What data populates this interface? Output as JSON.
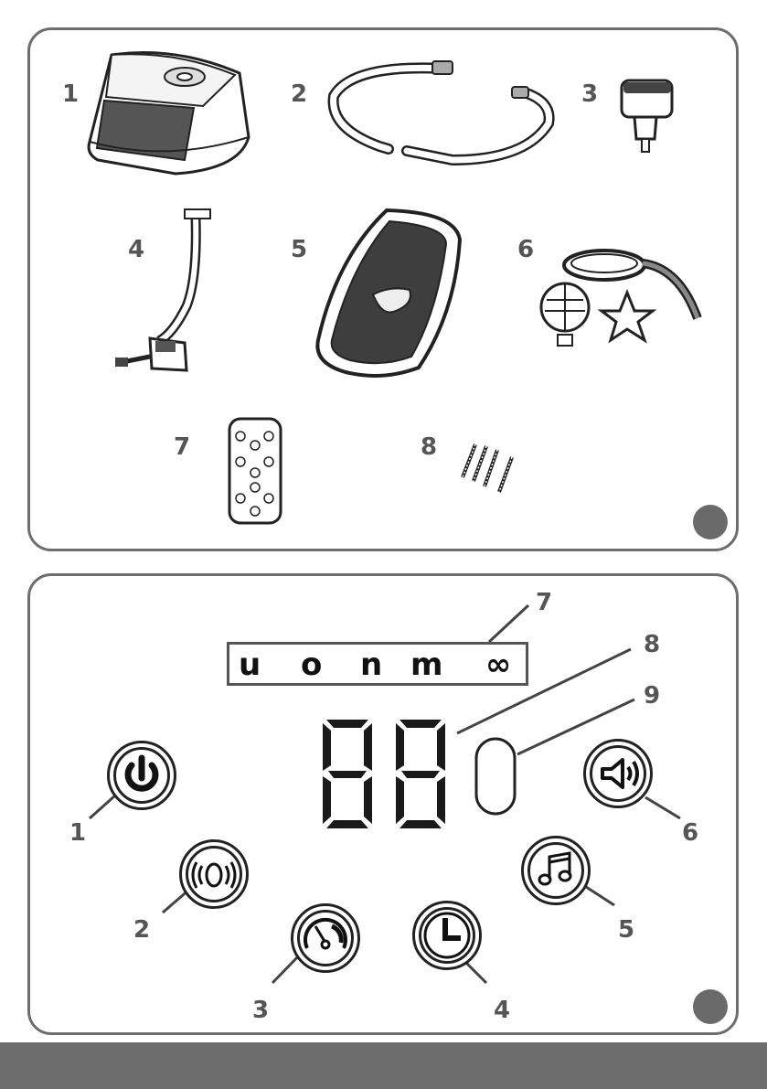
{
  "parts_panel": {
    "items": [
      {
        "number": "1",
        "icon": "rocker-base-icon"
      },
      {
        "number": "2",
        "icon": "frame-tube-icon"
      },
      {
        "number": "3",
        "icon": "adapter-plug-icon"
      },
      {
        "number": "4",
        "icon": "mobile-arm-icon"
      },
      {
        "number": "5",
        "icon": "seat-fabric-icon"
      },
      {
        "number": "6",
        "icon": "toy-mobile-icon"
      },
      {
        "number": "7",
        "icon": "remote-control-icon"
      },
      {
        "number": "8",
        "icon": "screws-icon"
      }
    ]
  },
  "control_panel": {
    "mode_glyphs": [
      "u",
      "o",
      "n",
      "m",
      "∞"
    ],
    "callouts": [
      "1",
      "2",
      "3",
      "4",
      "5",
      "6",
      "7",
      "8",
      "9"
    ],
    "buttons": [
      {
        "icon": "power-icon"
      },
      {
        "icon": "vibration-icon"
      },
      {
        "icon": "speed-gauge-icon"
      },
      {
        "icon": "timer-clock-icon"
      },
      {
        "icon": "music-note-icon"
      },
      {
        "icon": "volume-speaker-icon"
      }
    ],
    "display_icon": "seven-segment-display-icon",
    "indicator_icon": "indicator-light-icon"
  },
  "colors": {
    "border": "#6d6d6d",
    "footer": "#6c6c6c",
    "dot": "#6a6a6a",
    "ink": "#222222"
  }
}
